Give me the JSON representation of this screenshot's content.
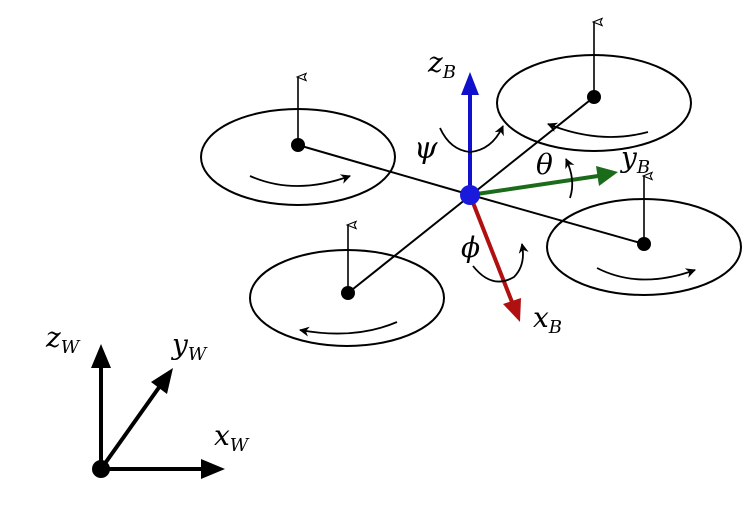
{
  "labels": {
    "z_body": {
      "main": "z",
      "sub": "B"
    },
    "y_body": {
      "main": "y",
      "sub": "B"
    },
    "x_body": {
      "main": "x",
      "sub": "B"
    },
    "psi": "ψ",
    "theta": "θ",
    "phi": "ϕ",
    "z_world": {
      "main": "z",
      "sub": "W"
    },
    "y_world": {
      "main": "y",
      "sub": "W"
    },
    "x_world": {
      "main": "x",
      "sub": "W"
    }
  },
  "colors": {
    "z_body": "#1010cc",
    "y_body": "#1a6b1a",
    "x_body": "#b01010",
    "center": "#1a1adc",
    "ink": "#000000"
  }
}
